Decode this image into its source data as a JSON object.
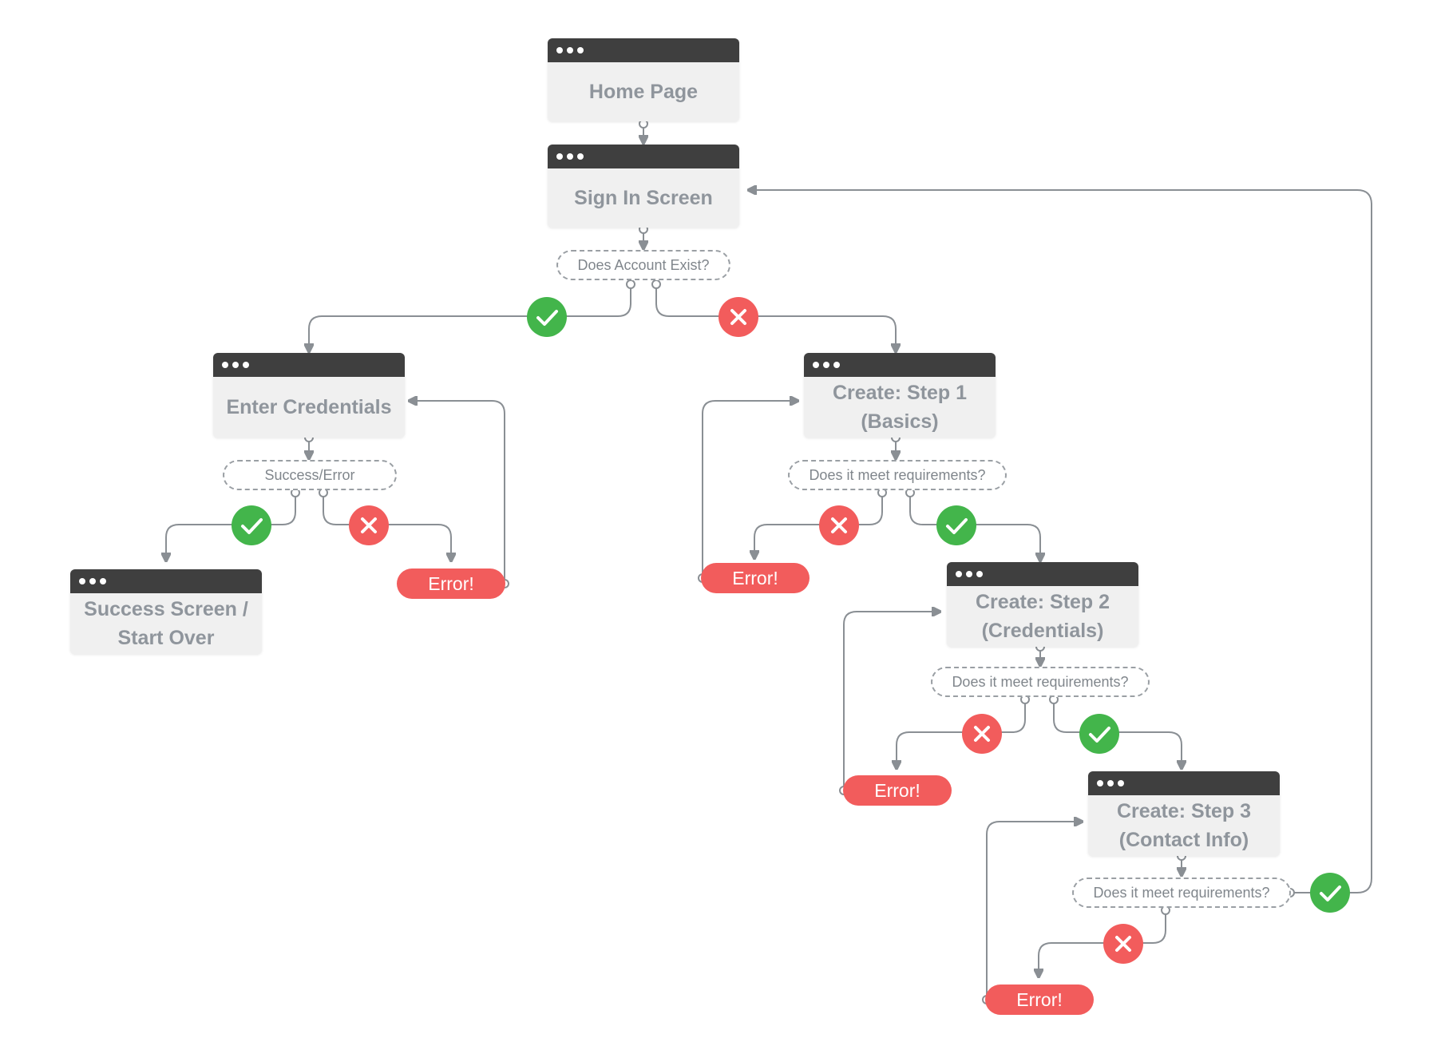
{
  "screens": {
    "home": "Home Page",
    "signin": "Sign In Screen",
    "enter_credentials": "Enter Credentials",
    "success": [
      "Success Screen /",
      "Start Over"
    ],
    "step1": [
      "Create: Step 1",
      "(Basics)"
    ],
    "step2": [
      "Create: Step 2",
      "(Credentials)"
    ],
    "step3": [
      "Create: Step 3",
      "(Contact Info)"
    ]
  },
  "decisions": {
    "account_exists": "Does Account Exist?",
    "success_error": "Success/Error",
    "req_step1": "Does it meet requirements?",
    "req_step2": "Does it meet requirements?",
    "req_step3": "Does it meet requirements?"
  },
  "errors": {
    "credentials": "Error!",
    "step1": "Error!",
    "step2": "Error!",
    "step3": "Error!"
  },
  "icons": {
    "yes": "checkmark-icon",
    "no": "x-mark-icon",
    "window": "window-dots-icon"
  },
  "colors": {
    "success": "#43b54b",
    "error": "#f25c5c",
    "window_bar": "#3f3f3f",
    "screen_fill": "#f0f0f0",
    "connector": "#8a8f94",
    "text": "#8f959c"
  }
}
